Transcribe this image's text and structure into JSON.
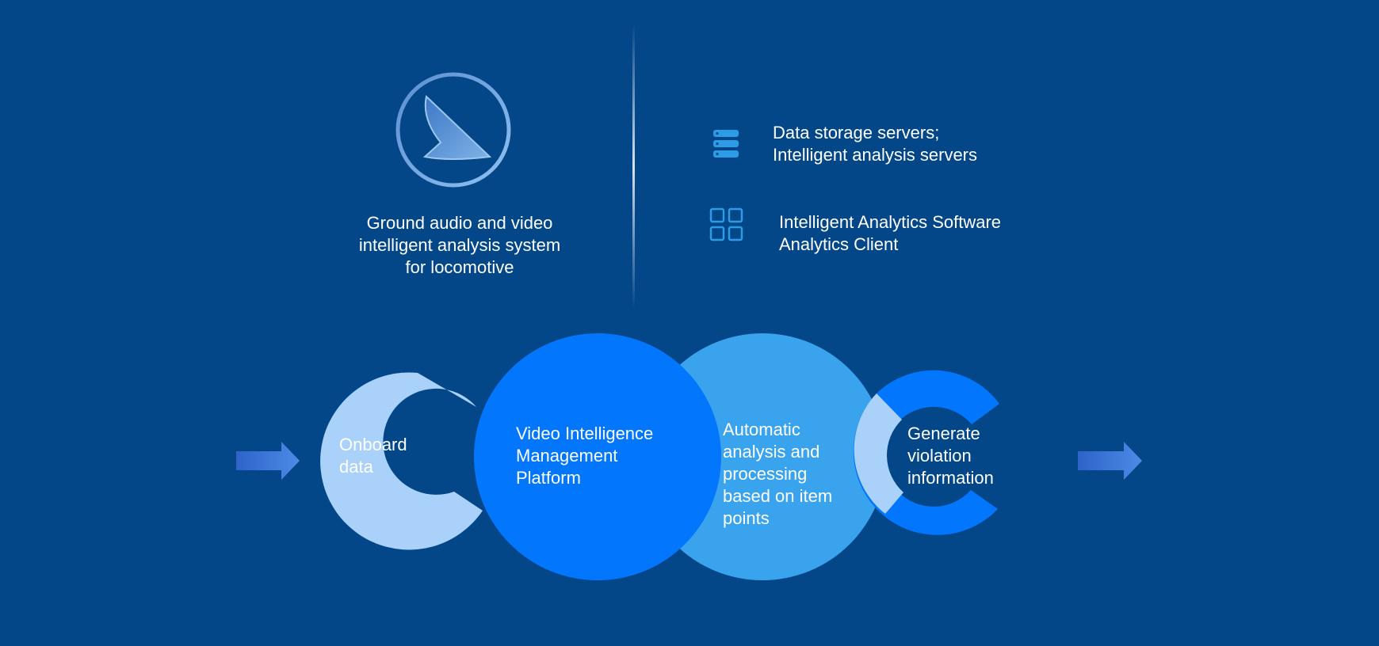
{
  "colors": {
    "background": "#034789",
    "circle_dark": "#0277FE",
    "circle_light": "#3AA3EE",
    "ring_pale": "#A9D1FA",
    "arrow": "#3F7BD9",
    "icon": "#2E9BE6"
  },
  "system": {
    "icon": "satellite-dish-icon",
    "title": "Ground audio and video\nintelligent analysis system\nfor locomotive"
  },
  "components": [
    {
      "icon": "server-stack-icon",
      "text": "Data storage servers;\nIntelligent analysis servers"
    },
    {
      "icon": "app-grid-icon",
      "text": "Intelligent Analytics Software\nAnalytics Client"
    }
  ],
  "flow": {
    "input_arrow": "arrow-right-icon",
    "output_arrow": "arrow-right-icon",
    "steps": [
      {
        "label": "Onboard\ndata"
      },
      {
        "label": "Video Intelligence\nManagement\nPlatform"
      },
      {
        "label": "Automatic\nanalysis and\nprocessing\nbased on item\npoints"
      },
      {
        "label": "Generate\nviolation\ninformation"
      }
    ]
  }
}
